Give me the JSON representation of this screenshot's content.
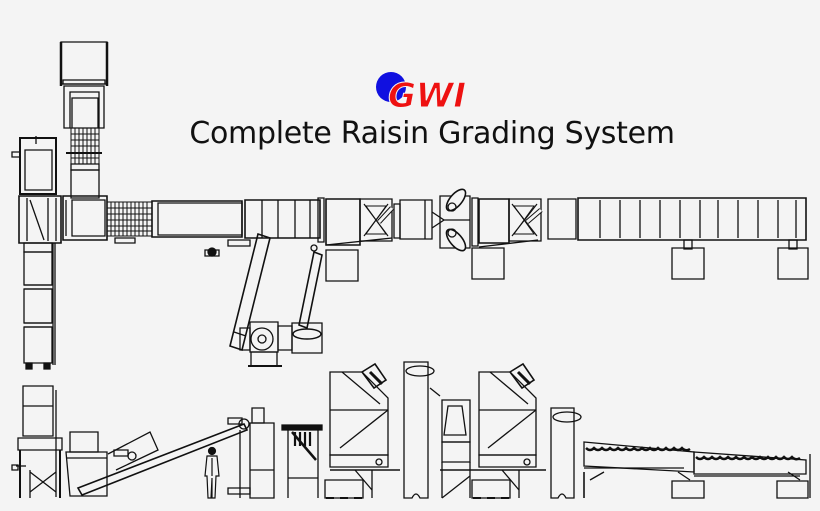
{
  "diagram": {
    "logo": {
      "text": "GWI",
      "colors": {
        "circle": "#1010e0",
        "letters": "#ee1111"
      }
    },
    "title": "Complete Raisin Grading System",
    "line_color": "#111111",
    "background": "#f4f4f4",
    "views": [
      {
        "name": "plan-view",
        "description": "Top-down layout: infeed bins, hopper, conveyors, elevators, graders and final grading conveyor"
      },
      {
        "name": "elevation-view",
        "description": "Side elevation: dumper, incline conveyor, operator figure for scale, stemmer/cleaner, two aspirator/grader units, grading shakers"
      }
    ],
    "scale_reference": "operator-figure"
  }
}
